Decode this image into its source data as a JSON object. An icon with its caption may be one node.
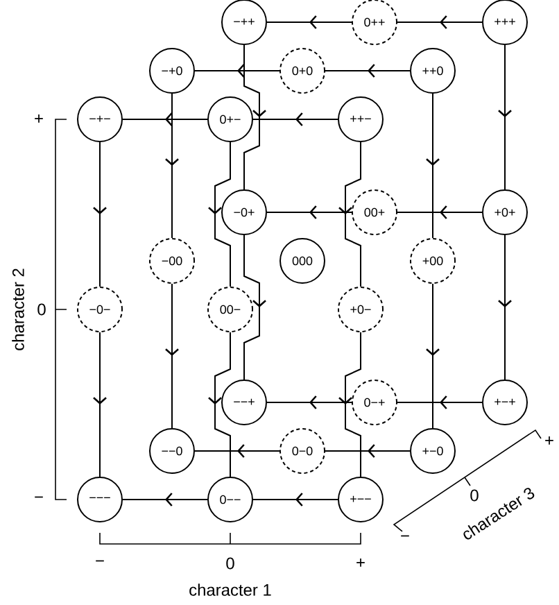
{
  "diagram": {
    "nodes": [
      {
        "text": [
          "−++"
        ]
      },
      {
        "text": [
          "0++"
        ]
      },
      {
        "text": [
          "+++"
        ]
      },
      {
        "text": [
          "−+0"
        ]
      },
      {
        "text": [
          "0+0"
        ]
      },
      {
        "text": [
          "++0"
        ]
      },
      {
        "text": [
          "−+−"
        ]
      },
      {
        "text": [
          "0+−"
        ]
      },
      {
        "text": [
          "++−"
        ]
      },
      {
        "text": [
          "−0+"
        ]
      },
      {
        "text": [
          "00+"
        ]
      },
      {
        "text": [
          "+0+"
        ]
      },
      {
        "text": [
          "−00"
        ]
      },
      {
        "text": [
          "000"
        ]
      },
      {
        "text": [
          "+00"
        ]
      },
      {
        "text": [
          "−0−"
        ]
      },
      {
        "text": [
          "00−"
        ]
      },
      {
        "text": [
          "+0−"
        ]
      },
      {
        "text": [
          "−−+"
        ]
      },
      {
        "text": [
          "0−+"
        ]
      },
      {
        "text": [
          "+−+"
        ]
      },
      {
        "text": [
          "−−0"
        ]
      },
      {
        "text": [
          "0−0"
        ]
      },
      {
        "text": [
          "+−0"
        ]
      },
      {
        "text": [
          "−−−"
        ]
      },
      {
        "text": [
          "0−−"
        ]
      },
      {
        "text": [
          "+−−"
        ]
      }
    ],
    "edges": [
      {
        "from": 2,
        "to": 1,
        "arrow": "to"
      },
      {
        "from": 1,
        "to": 0,
        "arrow": "to"
      },
      {
        "from": 5,
        "to": 4,
        "arrow": "to"
      },
      {
        "from": 4,
        "to": 3,
        "arrow": "to"
      },
      {
        "from": 8,
        "to": 7,
        "arrow": "to"
      },
      {
        "from": 7,
        "to": 6,
        "arrow": "to"
      },
      {
        "from": 11,
        "to": 10,
        "arrow": "to"
      },
      {
        "from": 10,
        "to": 9,
        "arrow": "to"
      },
      {
        "from": 20,
        "to": 19,
        "arrow": "to"
      },
      {
        "from": 19,
        "to": 18,
        "arrow": "to"
      },
      {
        "from": 23,
        "to": 22,
        "arrow": "to"
      },
      {
        "from": 22,
        "to": 21,
        "arrow": "to"
      },
      {
        "from": 26,
        "to": 25,
        "arrow": "to"
      },
      {
        "from": 25,
        "to": 24,
        "arrow": "to"
      },
      {
        "from": 6,
        "to": 15,
        "arrow": "to"
      },
      {
        "from": 15,
        "to": 24,
        "arrow": "to"
      },
      {
        "from": 3,
        "to": 12,
        "arrow": "to"
      },
      {
        "from": 12,
        "to": 21,
        "arrow": "to"
      },
      {
        "from": 0,
        "to": 9,
        "arrow": "to"
      },
      {
        "from": 9,
        "to": 18,
        "arrow": "to"
      },
      {
        "from": 7,
        "to": 16,
        "arrow": "to"
      },
      {
        "from": 16,
        "to": 25,
        "arrow": "to"
      },
      {
        "from": 8,
        "to": 17,
        "arrow": "to"
      },
      {
        "from": 17,
        "to": 26,
        "arrow": "to"
      },
      {
        "from": 5,
        "to": 14,
        "arrow": "to"
      },
      {
        "from": 14,
        "to": 23,
        "arrow": "to"
      },
      {
        "from": 2,
        "to": 11,
        "arrow": "to"
      },
      {
        "from": 11,
        "to": 20,
        "arrow": "to"
      }
    ],
    "labels": [
      "+",
      "0",
      "−",
      "character 2",
      "+",
      "0",
      "−",
      "character 3",
      "−",
      "0",
      "+",
      "character 1"
    ]
  }
}
